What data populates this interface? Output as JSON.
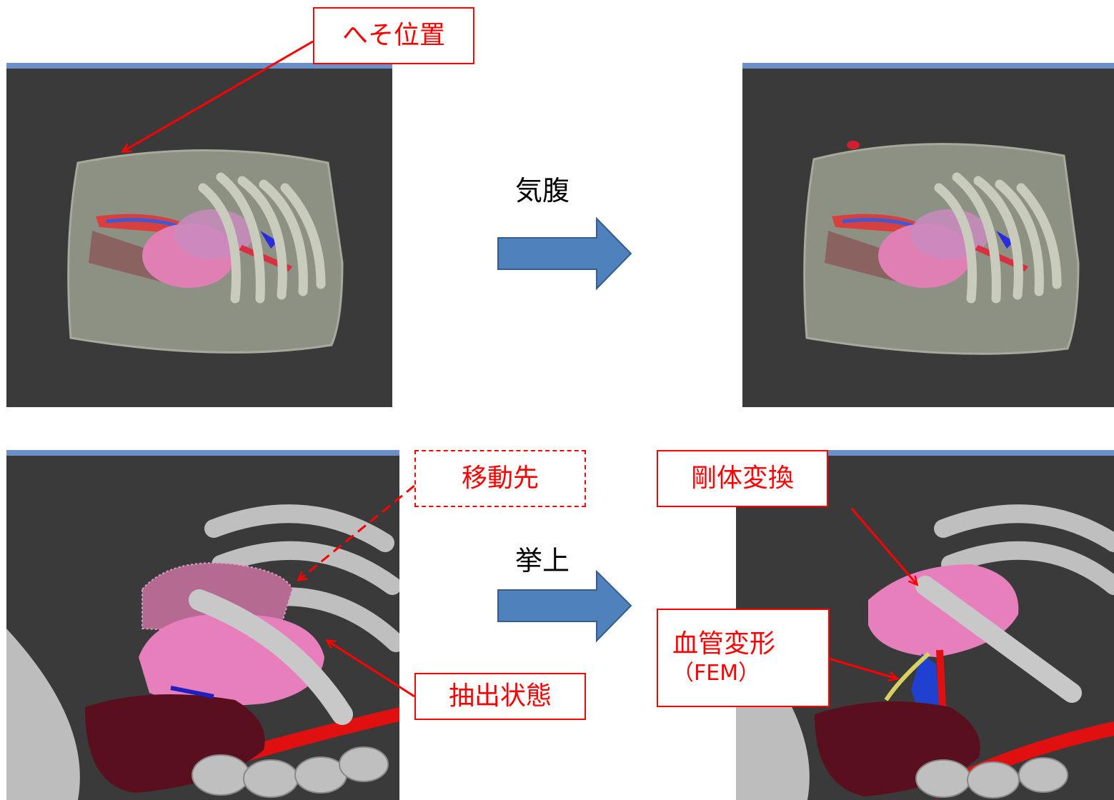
{
  "steps": {
    "top": "気腹",
    "bottom": "挙上"
  },
  "labels": {
    "navel": "へそ位置",
    "move_target": "移動先",
    "extracted": "抽出状態",
    "rigid": "剛体変換",
    "vessel": "血管変形",
    "vessel_method": "（FEM）"
  },
  "colors": {
    "annotation": "#ff0000",
    "arrow_fill": "#4f81bd",
    "arrow_stroke": "#385d8a",
    "viewport_bg": "#3a3a3a",
    "titlebar": "#6b8fc7"
  }
}
